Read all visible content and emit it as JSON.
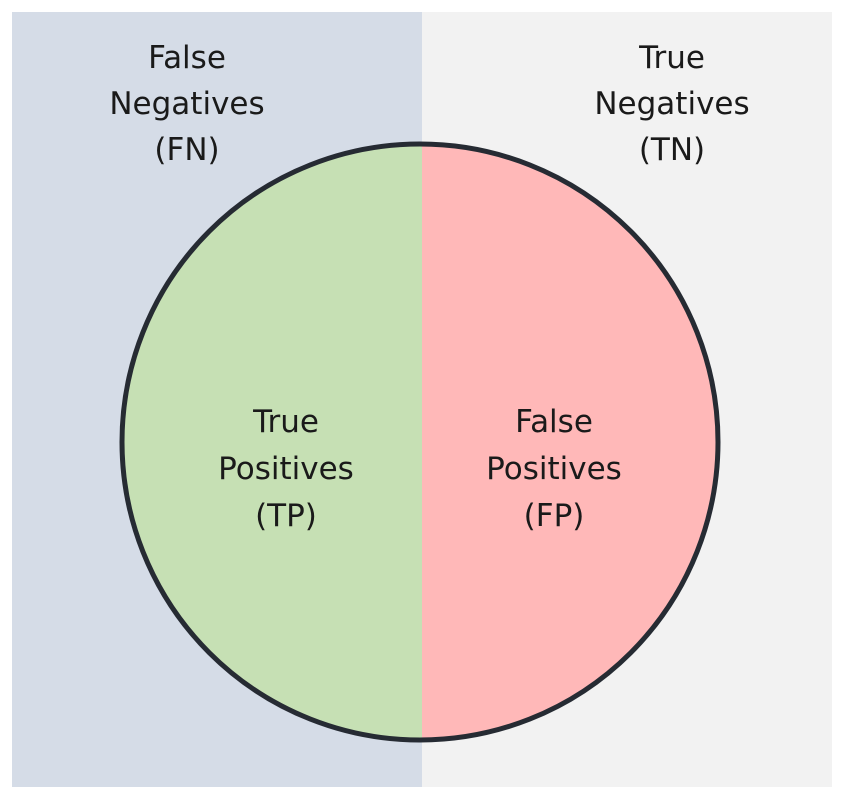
{
  "colors": {
    "false_negative_region": "#d5dce7",
    "true_negative_region": "#f2f2f2",
    "true_positive_region": "#c6e0b4",
    "false_positive_region": "#ffb8b8",
    "circle_outline": "#262b33"
  },
  "regions": {
    "false_negatives": {
      "line1": "False",
      "line2": "Negatives",
      "line3": "(FN)"
    },
    "true_negatives": {
      "line1": "True",
      "line2": "Negatives",
      "line3": "(TN)"
    },
    "true_positives": {
      "line1": "True",
      "line2": "Positives",
      "line3": "(TP)"
    },
    "false_positives": {
      "line1": "False",
      "line2": "Positives",
      "line3": "(FP)"
    }
  }
}
